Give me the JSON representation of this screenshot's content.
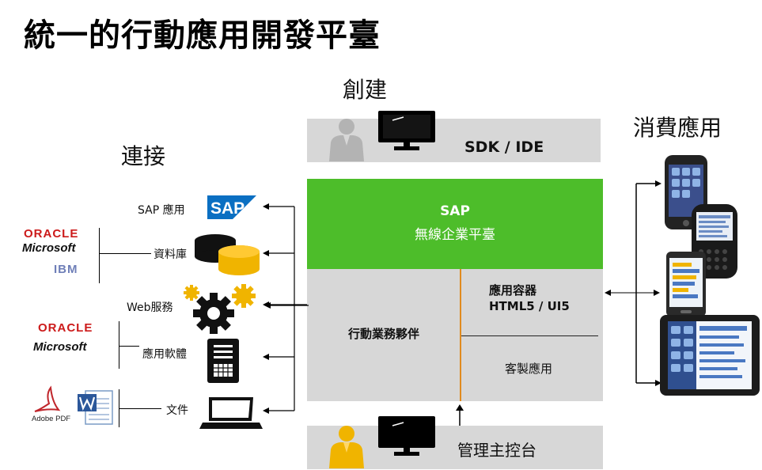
{
  "title": "統一的行動應用開發平臺",
  "sections": {
    "create": "創建",
    "connect": "連接",
    "consume": "消費應用"
  },
  "create_bar": {
    "label": "SDK / IDE"
  },
  "platform": {
    "line1": "SAP",
    "line2": "無線企業平臺"
  },
  "middle": {
    "partner": "行動業務夥伴",
    "container_line1": "應用容器",
    "container_line2": "HTML5  / UI5",
    "custom_app": "客製應用"
  },
  "console": {
    "label": "管理主控台"
  },
  "sources": {
    "sap_app": "SAP 應用",
    "database": "資料庫",
    "web_service": "Web服務",
    "app_software": "應用軟體",
    "document": "文件"
  },
  "logos": {
    "sap": "SAP",
    "oracle": "ORACLE",
    "microsoft": "Microsoft",
    "ibm": "IBM",
    "adobe_pdf": "Adobe PDF"
  },
  "colors": {
    "green": "#4dbd2a",
    "gray": "#d7d7d7",
    "orange_divider": "#e08a1e",
    "gold": "#f0b400",
    "sap_blue": "#0a6fc2"
  }
}
